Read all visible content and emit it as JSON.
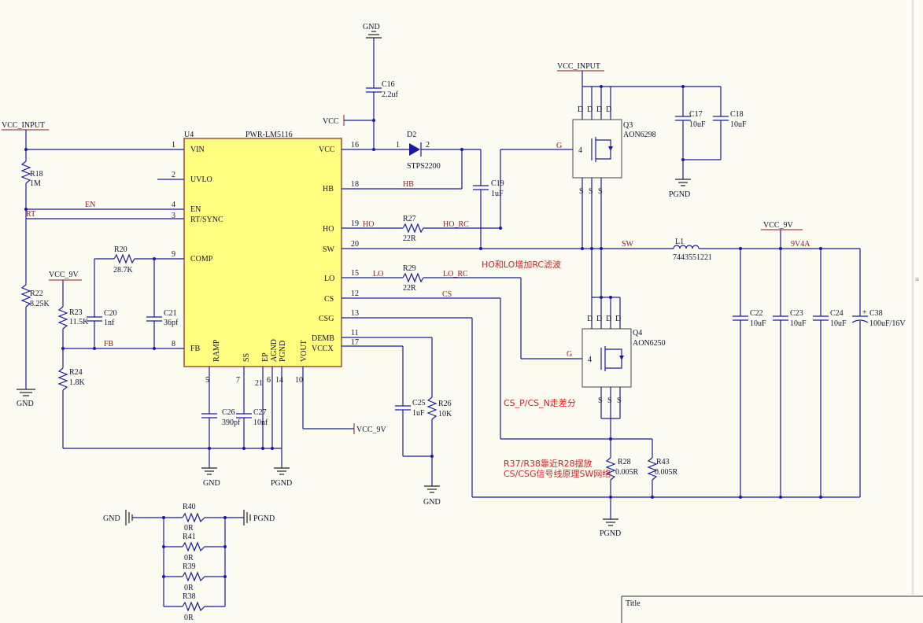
{
  "ic": {
    "ref": "U4",
    "part": "PWR-LM5116",
    "left_pins": [
      {
        "num": "1",
        "name": "VIN"
      },
      {
        "num": "2",
        "name": "UVLO"
      },
      {
        "num": "4",
        "name": "EN"
      },
      {
        "num": "3",
        "name": "RT/SYNC"
      },
      {
        "num": "9",
        "name": "COMP"
      },
      {
        "num": "8",
        "name": "FB"
      }
    ],
    "right_pins": [
      {
        "num": "16",
        "name": "VCC"
      },
      {
        "num": "18",
        "name": "HB"
      },
      {
        "num": "19",
        "name": "HO"
      },
      {
        "num": "20",
        "name": "SW"
      },
      {
        "num": "15",
        "name": "LO"
      },
      {
        "num": "12",
        "name": "CS"
      },
      {
        "num": "13",
        "name": "CSG"
      },
      {
        "num": "11",
        "name": "DEMB"
      },
      {
        "num": "17",
        "name": "VCCX"
      }
    ],
    "bottom_pins": [
      {
        "num": "5",
        "name": "RAMP"
      },
      {
        "num": "7",
        "name": "SS"
      },
      {
        "num": "21",
        "name": "EP"
      },
      {
        "num": "6",
        "name": "AGND"
      },
      {
        "num": "14",
        "name": "PGND"
      },
      {
        "num": "10",
        "name": "VOUT"
      }
    ]
  },
  "nets": {
    "vcc_input": "VCC_INPUT",
    "vcc": "VCC",
    "gnd": "GND",
    "pgnd": "PGND",
    "vcc_9v": "VCC_9V",
    "en": "EN",
    "rt": "RT",
    "fb": "FB",
    "hb": "HB",
    "ho": "HO",
    "ho_rc": "HO_RC",
    "sw": "SW",
    "lo": "LO",
    "lo_rc": "LO_RC",
    "cs": "CS",
    "g": "G",
    "out_net": "9V4A"
  },
  "components": {
    "R18": {
      "ref": "R18",
      "val": "1M"
    },
    "R22": {
      "ref": "R22",
      "val": "8.25K"
    },
    "R20": {
      "ref": "R20",
      "val": "28.7K"
    },
    "R23": {
      "ref": "R23",
      "val": "11.5K"
    },
    "C20": {
      "ref": "C20",
      "val": "1nf"
    },
    "C21": {
      "ref": "C21",
      "val": "36pf"
    },
    "R24": {
      "ref": "R24",
      "val": "1.8K"
    },
    "C26": {
      "ref": "C26",
      "val": "390pf"
    },
    "C27": {
      "ref": "C27",
      "val": "10nf"
    },
    "C16": {
      "ref": "C16",
      "val": "2.2uf"
    },
    "D2": {
      "ref": "D2",
      "val": "STPS2200",
      "pin1": "1",
      "pin2": "2"
    },
    "C19": {
      "ref": "C19",
      "val": "1uF"
    },
    "R27": {
      "ref": "R27",
      "val": "22R"
    },
    "R29": {
      "ref": "R29",
      "val": "22R"
    },
    "Q3": {
      "ref": "Q3",
      "val": "AON6298"
    },
    "Q4": {
      "ref": "Q4",
      "val": "AON6250"
    },
    "C17": {
      "ref": "C17",
      "val": "10uF"
    },
    "C18": {
      "ref": "C18",
      "val": "10uF"
    },
    "L1": {
      "ref": "L1",
      "val": "7443551221"
    },
    "C22": {
      "ref": "C22",
      "val": "10uF"
    },
    "C23": {
      "ref": "C23",
      "val": "10uF"
    },
    "C24": {
      "ref": "C24",
      "val": "10uF"
    },
    "C38": {
      "ref": "C38",
      "val": "100uF/16V"
    },
    "C25": {
      "ref": "C25",
      "val": "1uF"
    },
    "R26": {
      "ref": "R26",
      "val": "10K"
    },
    "R28": {
      "ref": "R28",
      "val": "0.005R"
    },
    "R43": {
      "ref": "R43",
      "val": "0.005R"
    },
    "R40": {
      "ref": "R40",
      "val": "0R"
    },
    "R41": {
      "ref": "R41",
      "val": "0R"
    },
    "R39": {
      "ref": "R39",
      "val": "0R"
    },
    "R38": {
      "ref": "R38",
      "val": "0R"
    }
  },
  "mos_pins": {
    "d": "D",
    "s": "S",
    "g": "G",
    "g_num": "4"
  },
  "notes": {
    "rc_filter": "HO和LO增加RC滤波",
    "cs_diff": "CS_P/CS_N走差分",
    "layout_1": "R37/R38靠近R28摆放",
    "layout_2": "CS/CSG信号线原理SW网络"
  },
  "title_block": {
    "label": "Title"
  },
  "colors": {
    "wire": "#1a1aa0",
    "ic_fill": "#ffff80",
    "note": "#d02020",
    "background": "#fbfbf1"
  }
}
